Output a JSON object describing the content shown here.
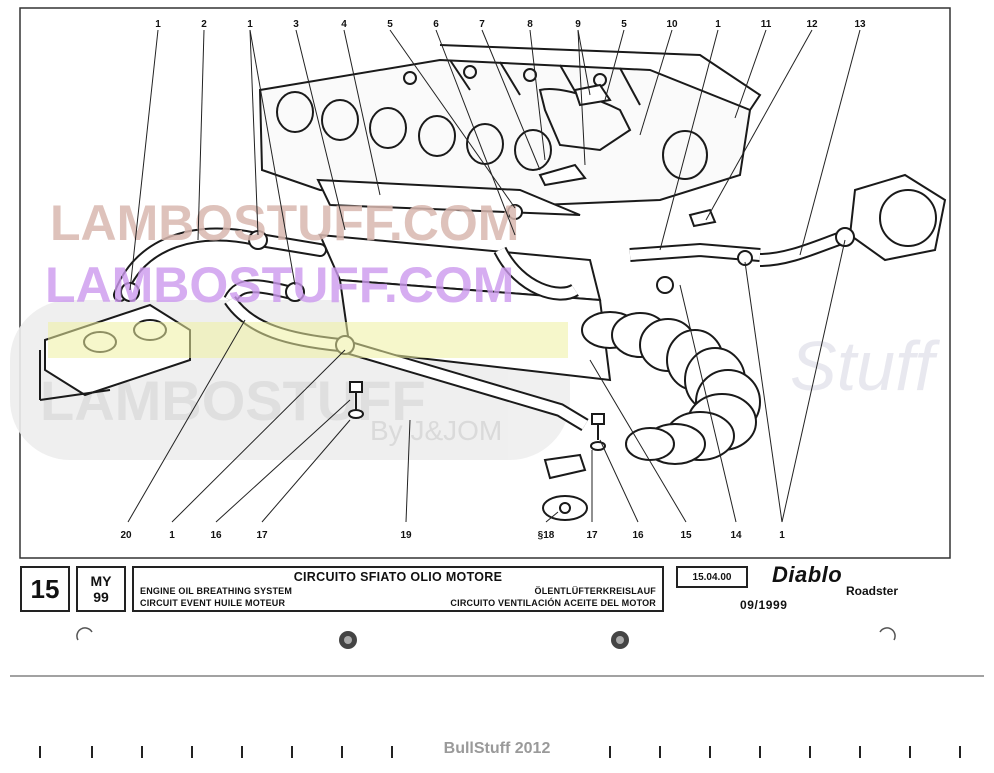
{
  "diagram": {
    "callouts_top": [
      "1",
      "2",
      "1",
      "3",
      "4",
      "5",
      "6",
      "7",
      "8",
      "9",
      "5",
      "10",
      "1",
      "11",
      "12",
      "13"
    ],
    "callouts_bottom": [
      "20",
      "1",
      "16",
      "17",
      "19",
      "§18",
      "17",
      "16",
      "15",
      "14",
      "1"
    ]
  },
  "title_block": {
    "page": "15",
    "my_label": "MY",
    "my_year": "99",
    "title_it": "CIRCUITO SFIATO OLIO MOTORE",
    "title_en": "ENGINE OIL BREATHING SYSTEM",
    "title_fr": "CIRCUIT EVENT HUILE MOTEUR",
    "title_de": "ÖLENTLÜFTERKREISLAUF",
    "title_es": "CIRCUITO VENTILACIÓN ACEITE DEL MOTOR",
    "date": "15.04.00",
    "model": "Diablo",
    "variant": "Roadster",
    "model_date": "09/1999"
  },
  "watermarks": {
    "line1": "LAMBOSTUFF.COM",
    "line2": "LAMBOSTUFF.COM",
    "line3": "LAMBOSTUFF",
    "line4": "By J&JOM",
    "script": "Stuff"
  },
  "footer": {
    "credit": "BullStuff 2012"
  },
  "colors": {
    "ink": "#1a1a1a",
    "watermark_pink": "#d9b8b0",
    "watermark_purple": "#cc99ee",
    "watermark_yellow": "#eef0a0",
    "watermark_grey": "#dcdcdc"
  }
}
